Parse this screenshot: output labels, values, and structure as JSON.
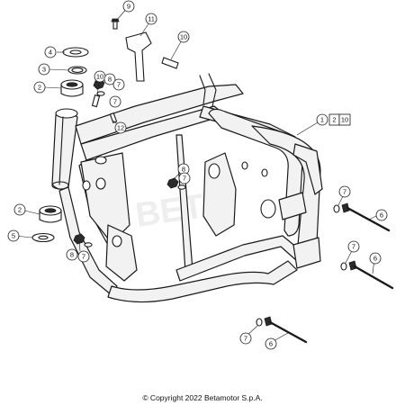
{
  "diagram": {
    "callouts": [
      {
        "label": "9"
      },
      {
        "label": "11"
      },
      {
        "label": "10"
      },
      {
        "label": "4"
      },
      {
        "label": "3"
      },
      {
        "label": "2"
      },
      {
        "label": "10"
      },
      {
        "label": "8"
      },
      {
        "label": "7"
      },
      {
        "label": "7"
      },
      {
        "label": "12"
      },
      {
        "label": "1"
      },
      {
        "label": "8"
      },
      {
        "label": "7"
      },
      {
        "label": "2"
      },
      {
        "label": "5"
      },
      {
        "label": "8"
      },
      {
        "label": "7"
      },
      {
        "label": "7"
      },
      {
        "label": "6"
      },
      {
        "label": "7"
      },
      {
        "label": "6"
      },
      {
        "label": "7"
      },
      {
        "label": "6"
      }
    ],
    "ref_box": [
      "2",
      "10"
    ]
  },
  "copyright": "© Copyright 2022 Betamotor S.p.A."
}
